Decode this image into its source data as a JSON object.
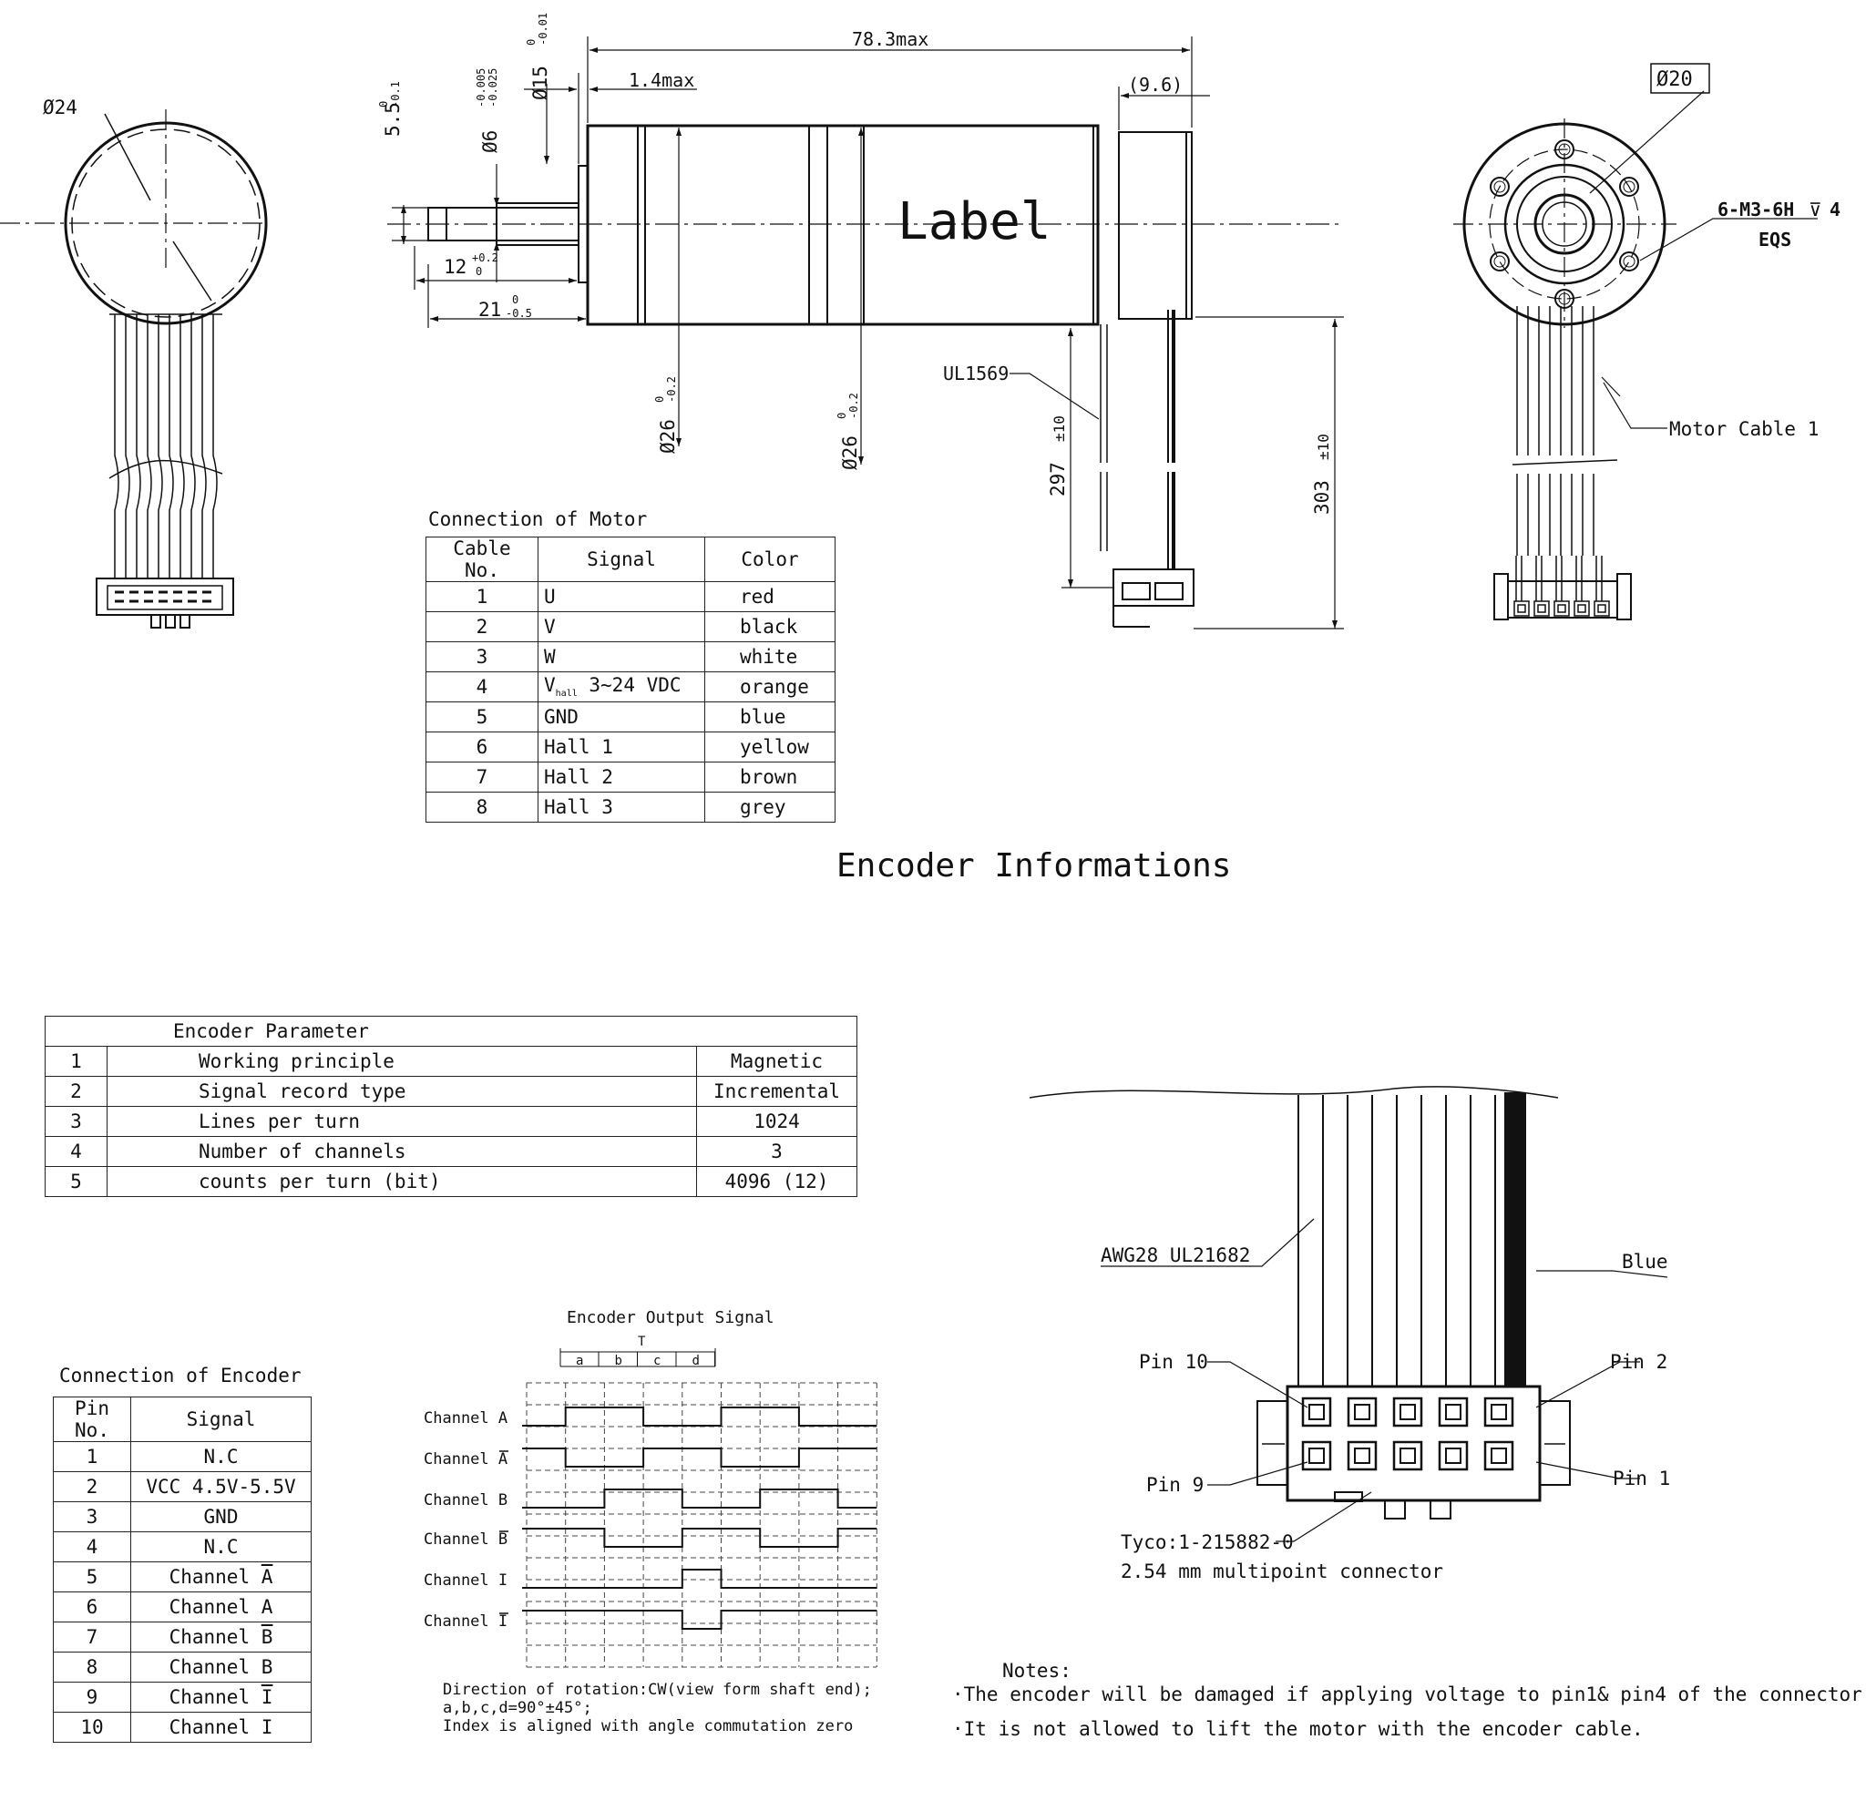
{
  "left_view": {
    "dia_label": "Ø24"
  },
  "side_view": {
    "label_text": "Label",
    "dims": {
      "total_length": "78.3max",
      "flange": "1.4max",
      "rear_cap": "(9.6)",
      "shaft_dia": "Ø6",
      "shaft_dia_tol_upper": "-0.005",
      "shaft_dia_tol_lower": "-0.025",
      "boss_dia": "Ø15",
      "boss_dia_tol_upper": "0",
      "boss_dia_tol_lower": "-0.01",
      "flat": "5.5",
      "flat_tol_upper": "0",
      "flat_tol_lower": "-0.1",
      "shaft_len": "12",
      "shaft_len_tol_upper": "+0.2",
      "shaft_len_tol_lower": "0",
      "shaft_total": "21",
      "shaft_total_tol_upper": "0",
      "shaft_total_tol_lower": "-0.5",
      "body_dia_1": "Ø26",
      "body_dia_2": "Ø26",
      "body_dia_tol_upper": "0",
      "body_dia_tol_lower": "-0.2",
      "cable_type": "UL1569",
      "cable_len_1": "297",
      "cable_len_1_tol": "±10",
      "cable_len_2": "303",
      "cable_len_2_tol": "±10"
    }
  },
  "end_view": {
    "pcd": "Ø20",
    "holes": "6-M3-6H",
    "holes_depth": "4",
    "eqs": "EQS",
    "cable_label": "Motor Cable 1"
  },
  "motor_table": {
    "title": "Connection of Motor",
    "headers": [
      "Cable No.",
      "Signal",
      "Color"
    ],
    "rows": [
      {
        "no": "1",
        "signal": "U",
        "color": "red"
      },
      {
        "no": "2",
        "signal": "V",
        "color": "black"
      },
      {
        "no": "3",
        "signal": "W",
        "color": "white"
      },
      {
        "no": "4",
        "signal": "V",
        "signal_sub": "hall",
        "signal_rest": " 3~24 VDC",
        "color": "orange"
      },
      {
        "no": "5",
        "signal": "GND",
        "color": "blue"
      },
      {
        "no": "6",
        "signal": "Hall 1",
        "color": "yellow"
      },
      {
        "no": "7",
        "signal": "Hall 2",
        "color": "brown"
      },
      {
        "no": "8",
        "signal": "Hall 3",
        "color": "grey"
      }
    ]
  },
  "section_title": "Encoder Informations",
  "encoder_param": {
    "title": "Encoder Parameter",
    "rows": [
      {
        "no": "1",
        "name": "Working principle",
        "value": "Magnetic"
      },
      {
        "no": "2",
        "name": "Signal record type",
        "value": "Incremental"
      },
      {
        "no": "3",
        "name": "Lines per turn",
        "value": "1024"
      },
      {
        "no": "4",
        "name": "Number of channels",
        "value": "3"
      },
      {
        "no": "5",
        "name": "counts per turn (bit)",
        "value": "4096 (12)"
      }
    ]
  },
  "encoder_conn": {
    "title": "Connection of Encoder",
    "headers": [
      "Pin No.",
      "Signal"
    ],
    "rows": [
      {
        "pin": "1",
        "signal": "N.C",
        "bar": ""
      },
      {
        "pin": "2",
        "signal": "VCC 4.5V-5.5V",
        "bar": ""
      },
      {
        "pin": "3",
        "signal": "GND",
        "bar": ""
      },
      {
        "pin": "4",
        "signal": "N.C",
        "bar": ""
      },
      {
        "pin": "5",
        "signal": "Channel ",
        "bar": "A"
      },
      {
        "pin": "6",
        "signal": "Channel A",
        "bar": ""
      },
      {
        "pin": "7",
        "signal": "Channel ",
        "bar": "B"
      },
      {
        "pin": "8",
        "signal": "Channel B",
        "bar": ""
      },
      {
        "pin": "9",
        "signal": "Channel ",
        "bar": "I"
      },
      {
        "pin": "10",
        "signal": "Channel I",
        "bar": ""
      }
    ]
  },
  "output_signal": {
    "title": "Encoder Output Signal",
    "period_label": "T",
    "phase_labels": [
      "a",
      "b",
      "c",
      "d"
    ],
    "channels": [
      {
        "name": "Channel A",
        "bar": false,
        "bits": [
          0,
          1,
          1,
          0,
          0,
          1,
          1,
          0,
          0
        ]
      },
      {
        "name": "Channel A",
        "bar": true,
        "bits": [
          1,
          0,
          0,
          1,
          1,
          0,
          0,
          1,
          1
        ]
      },
      {
        "name": "Channel B",
        "bar": false,
        "bits": [
          0,
          0,
          1,
          1,
          0,
          0,
          1,
          1,
          0
        ]
      },
      {
        "name": "Channel B",
        "bar": true,
        "bits": [
          1,
          1,
          0,
          0,
          1,
          1,
          0,
          0,
          1
        ]
      },
      {
        "name": "Channel I",
        "bar": false,
        "bits": [
          0,
          0,
          0,
          0,
          1,
          0,
          0,
          0,
          0
        ]
      },
      {
        "name": "Channel I",
        "bar": true,
        "bits": [
          1,
          1,
          1,
          1,
          0,
          1,
          1,
          1,
          1
        ]
      }
    ],
    "notes": [
      "Direction of rotation:CW(view form shaft end);",
      "a,b,c,d=90°±45°;",
      "Index is aligned with angle commutation zero"
    ]
  },
  "connector": {
    "cable_label": "AWG28 UL21682",
    "blue_label": "Blue",
    "pin10": "Pin 10",
    "pin2": "Pin 2",
    "pin9": "Pin 9",
    "pin1": "Pin 1",
    "part": "Tyco:1-215882-0",
    "desc": "2.54 mm multipoint connector"
  },
  "notes": {
    "title": "Notes:",
    "items": [
      "·The encoder will be damaged if applying voltage to pin1& pin4 of the connector.",
      "·It is not allowed to lift the motor with the encoder cable."
    ]
  }
}
